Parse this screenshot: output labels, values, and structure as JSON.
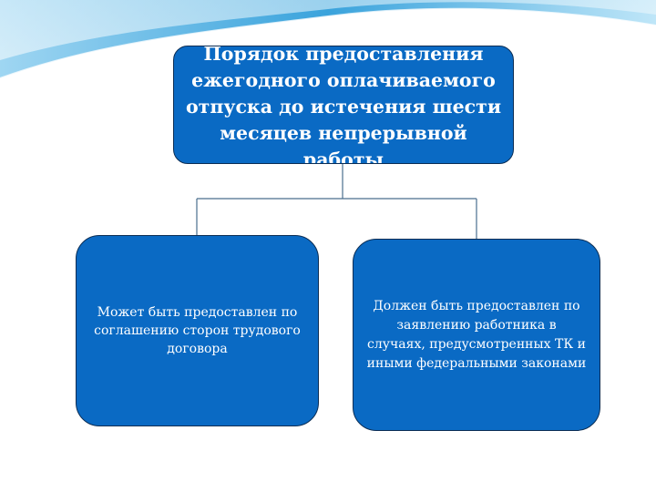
{
  "diagram": {
    "root": {
      "text": "Порядок предоставления ежегодного оплачиваемого отпуска до истечения шести месяцев непрерывной работы"
    },
    "children": [
      {
        "text": "Может быть предоставлен по соглашению сторон трудового договора"
      },
      {
        "text": "Должен быть предоставлен по заявлению работника в случаях, предусмотренных ТК и иными федеральными законами"
      }
    ]
  },
  "colors": {
    "box_fill": "#0a6ac4",
    "box_border": "#0b2d54",
    "connector": "#4a6e8e",
    "wave": "#3aa3dc"
  }
}
